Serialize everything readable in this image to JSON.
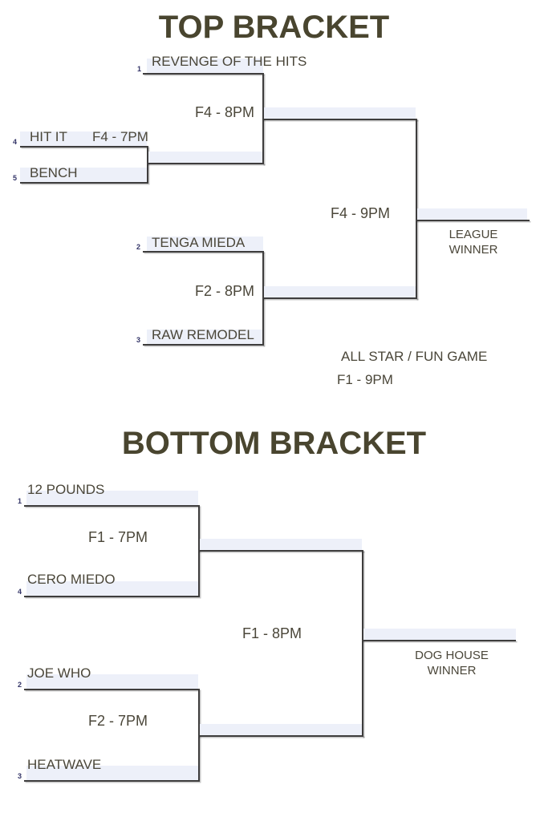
{
  "colors": {
    "text": "#4a4639",
    "line": "#3e3d3d",
    "highlight": "#edf0f9",
    "seed": "#343568",
    "background": "#ffffff"
  },
  "top_bracket": {
    "title": "TOP BRACKET",
    "teams": [
      {
        "name": "REVENGE OF THE HITS",
        "seed": "1"
      },
      {
        "name": "HIT IT",
        "seed": "4"
      },
      {
        "name": "BENCH",
        "seed": "5"
      },
      {
        "name": "TENGA MIEDA",
        "seed": "2"
      },
      {
        "name": "RAW REMODEL",
        "seed": "3"
      }
    ],
    "games": {
      "play_in": "F4 - 7PM",
      "semi_top": "F4 - 8PM",
      "semi_bottom": "F2 - 8PM",
      "final": "F4 - 9PM"
    },
    "champion": {
      "line1": "LEAGUE",
      "line2": "WINNER"
    }
  },
  "all_star_game": {
    "title": "ALL STAR / FUN GAME",
    "time": "F1 - 9PM"
  },
  "bottom_bracket": {
    "title": "BOTTOM BRACKET",
    "teams": [
      {
        "name": "12 POUNDS",
        "seed": "1"
      },
      {
        "name": "CERO MIEDO",
        "seed": "4"
      },
      {
        "name": "JOE WHO",
        "seed": "2"
      },
      {
        "name": "HEATWAVE",
        "seed": "3"
      }
    ],
    "games": {
      "semi_top": "F1 - 7PM",
      "semi_bottom": "F2 - 7PM",
      "final": "F1 - 8PM"
    },
    "champion": {
      "line1": "DOG HOUSE",
      "line2": "WINNER"
    }
  }
}
